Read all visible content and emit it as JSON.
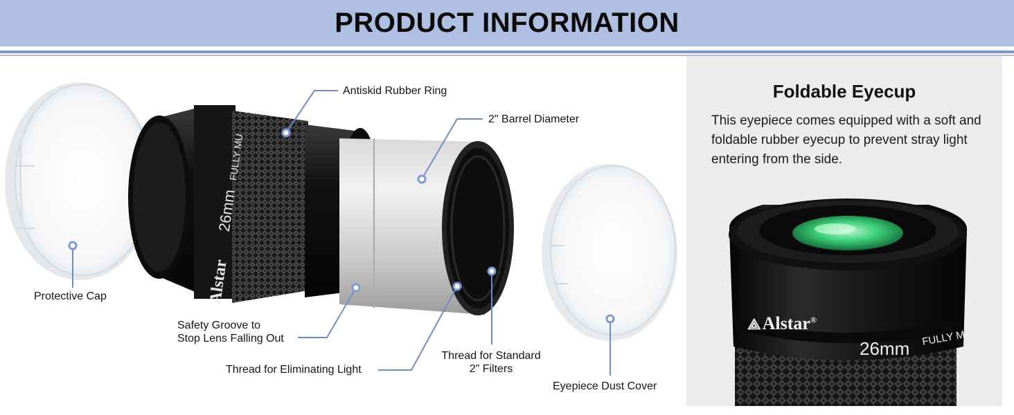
{
  "header": {
    "title": "PRODUCT INFORMATION"
  },
  "labels": {
    "antiskid": "Antiskid Rubber Ring",
    "barrel": "2\" Barrel Diameter",
    "protective_cap": "Protective Cap",
    "safety_groove_line1": "Safety Groove to",
    "safety_groove_line2": "Stop Lens Falling Out",
    "thread_light": "Thread for Eliminating Light",
    "thread_filters_line1": "Thread for Standard",
    "thread_filters_line2": "2\" Filters",
    "dust_cover": "Eyepiece Dust Cover"
  },
  "eyepiece": {
    "brand": "Alstar",
    "registered": "®",
    "focal": "26mm",
    "coating": "FULLY MU"
  },
  "panel": {
    "title": "Foldable Eyecup",
    "text": "This eyepiece comes equipped with a soft and foldable rubber eyecup to prevent stray light entering from the side.",
    "brand": "Alstar",
    "registered": "®",
    "focal": "26mm",
    "coating": "FULLY MUL"
  },
  "colors": {
    "header_bg": "#aebfe2",
    "rule": "#7e95c9",
    "callout_line": "#6f8cc8",
    "panel_bg": "#ececec",
    "lens_green": "#3fd07a"
  }
}
